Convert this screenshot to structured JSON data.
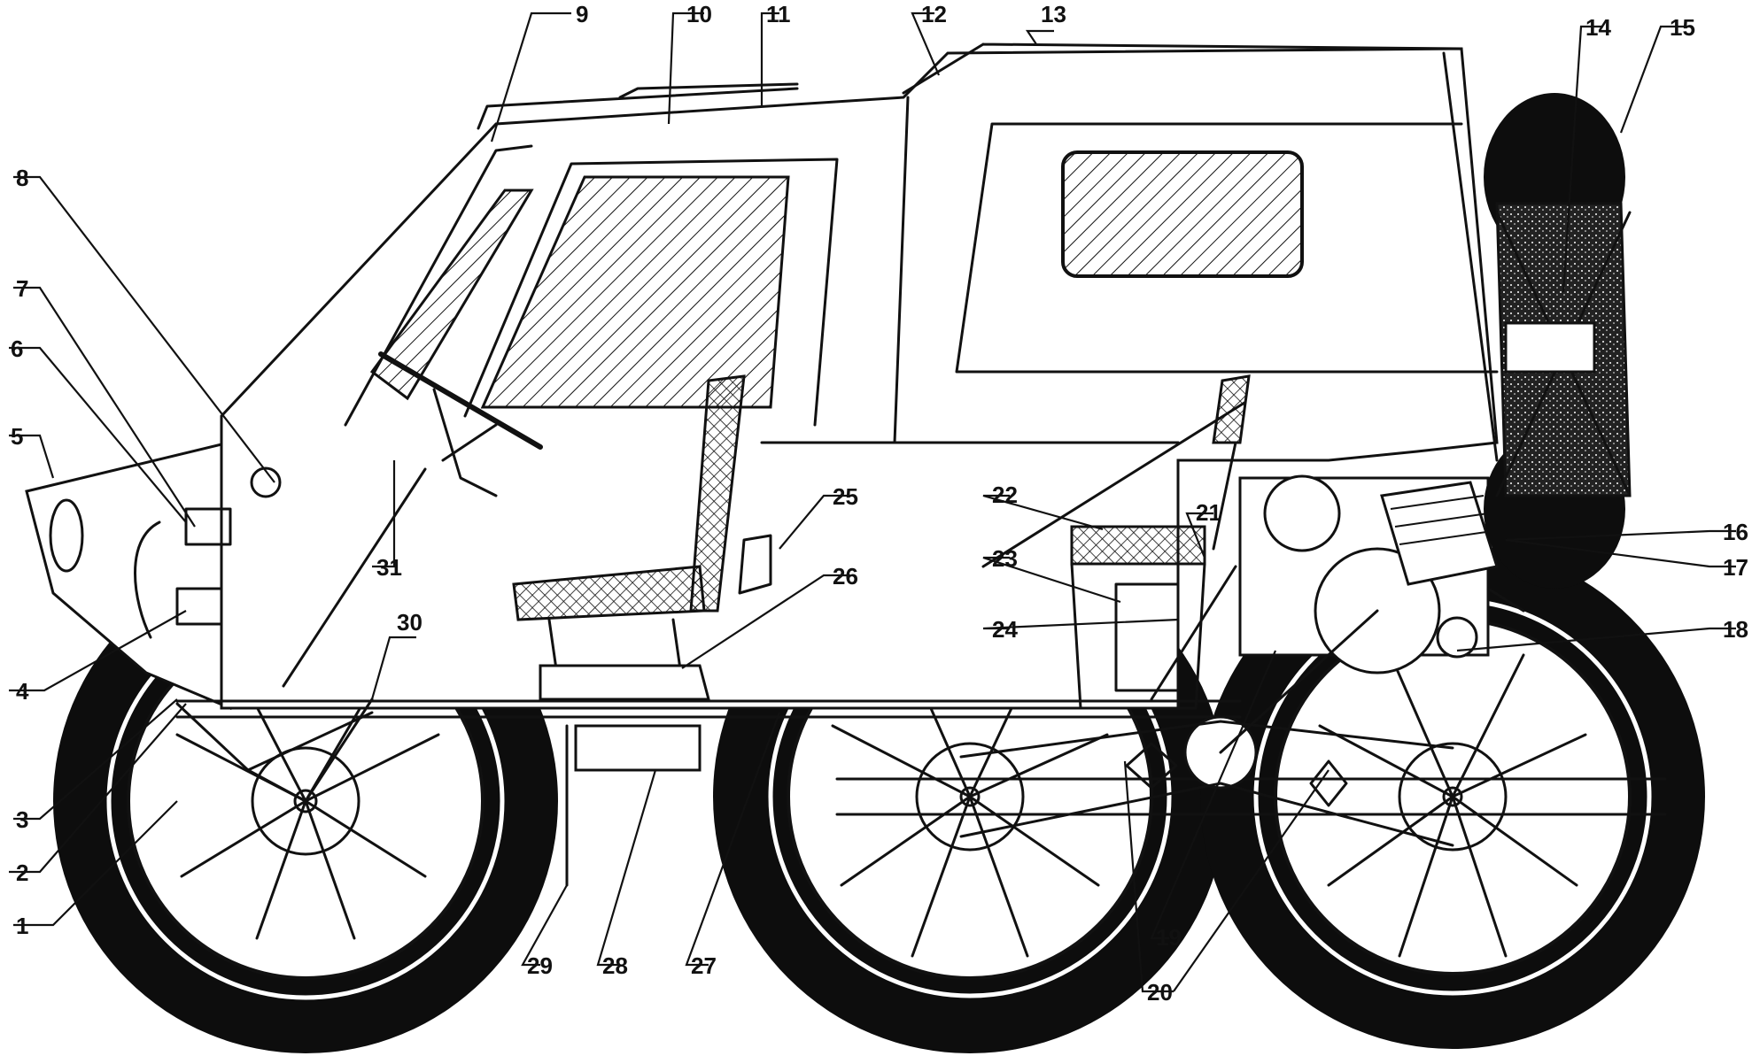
{
  "diagram": {
    "callouts": [
      {
        "id": "1",
        "label": "1"
      },
      {
        "id": "2",
        "label": "2"
      },
      {
        "id": "3",
        "label": "3"
      },
      {
        "id": "4",
        "label": "4"
      },
      {
        "id": "5",
        "label": "5"
      },
      {
        "id": "6",
        "label": "6"
      },
      {
        "id": "7",
        "label": "7"
      },
      {
        "id": "8",
        "label": "8"
      },
      {
        "id": "9",
        "label": "9"
      },
      {
        "id": "10",
        "label": "10"
      },
      {
        "id": "11",
        "label": "11"
      },
      {
        "id": "12",
        "label": "12"
      },
      {
        "id": "13",
        "label": "13"
      },
      {
        "id": "14",
        "label": "14"
      },
      {
        "id": "15",
        "label": "15"
      },
      {
        "id": "16",
        "label": "16"
      },
      {
        "id": "17",
        "label": "17"
      },
      {
        "id": "18",
        "label": "18"
      },
      {
        "id": "19",
        "label": "19"
      },
      {
        "id": "20",
        "label": "20"
      },
      {
        "id": "21",
        "label": "21"
      },
      {
        "id": "22",
        "label": "22"
      },
      {
        "id": "23",
        "label": "23"
      },
      {
        "id": "24",
        "label": "24"
      },
      {
        "id": "25",
        "label": "25"
      },
      {
        "id": "26",
        "label": "26"
      },
      {
        "id": "27",
        "label": "27"
      },
      {
        "id": "28",
        "label": "28"
      },
      {
        "id": "29",
        "label": "29"
      },
      {
        "id": "30",
        "label": "30"
      },
      {
        "id": "31",
        "label": "31"
      }
    ]
  },
  "colors": {
    "ink": "#111111",
    "paper": "#ffffff",
    "tire": "#0d0d0d"
  }
}
